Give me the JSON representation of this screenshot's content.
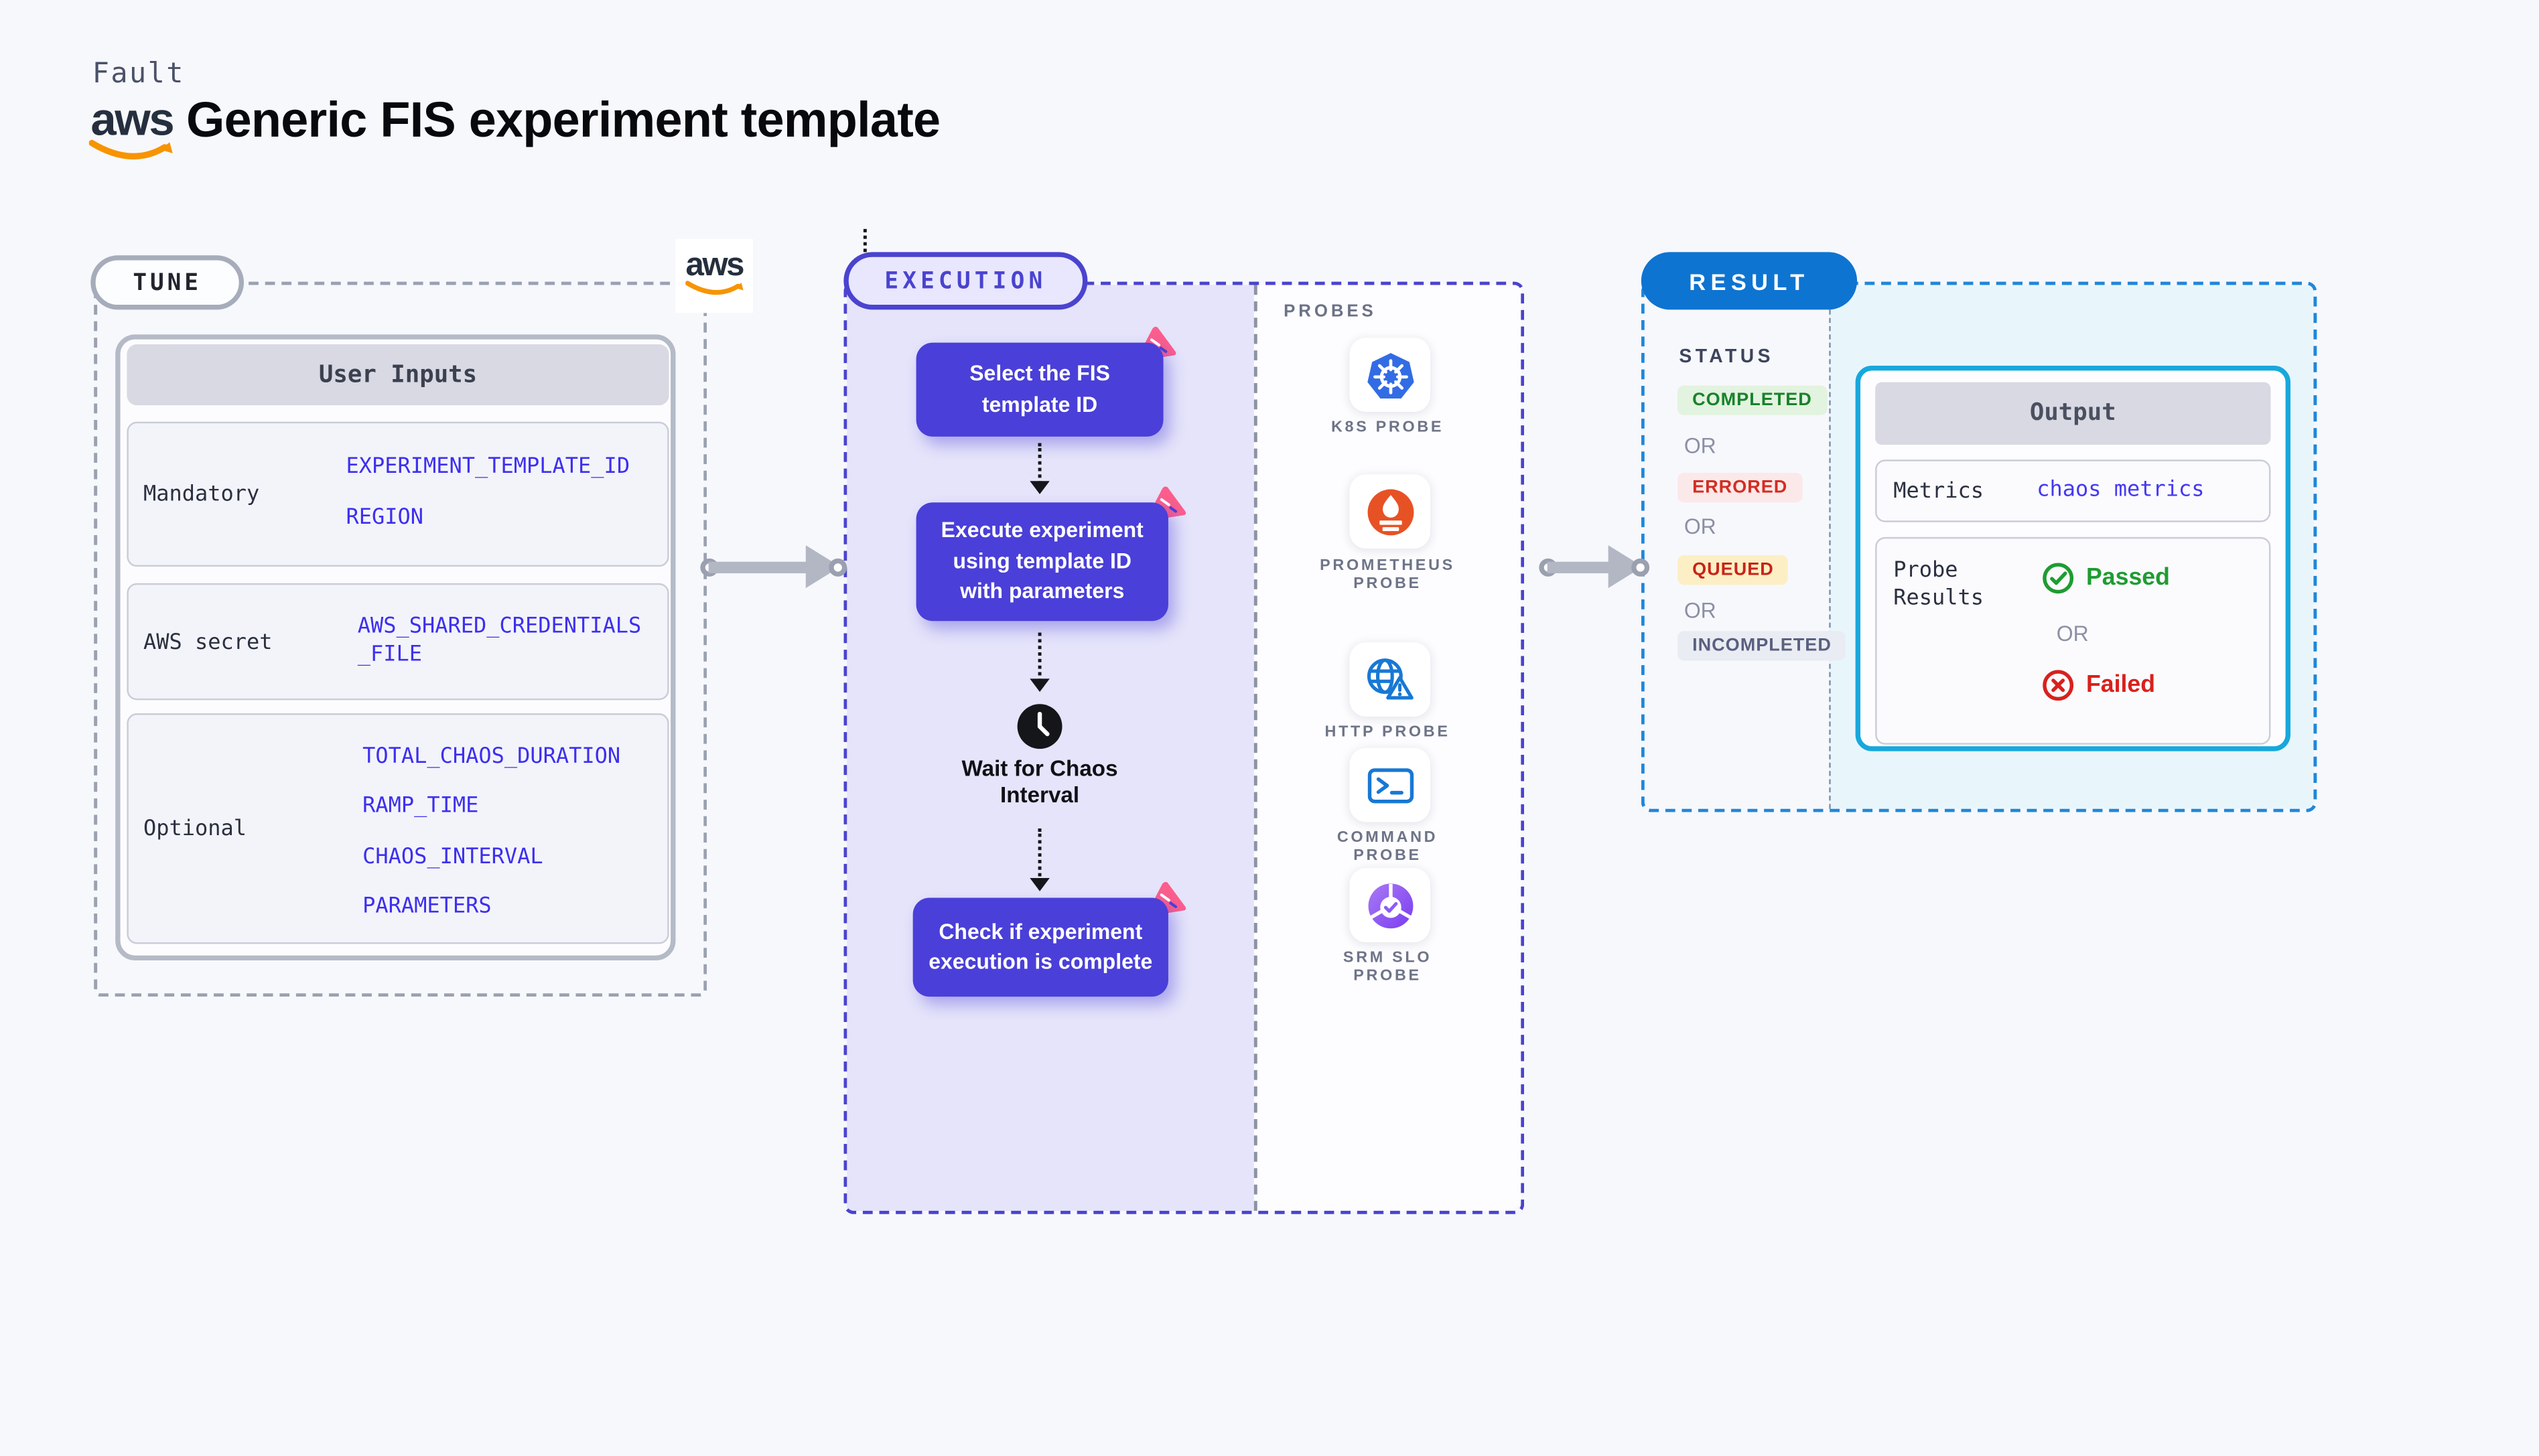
{
  "header": {
    "brand": "Fault",
    "title": "Generic FIS experiment template",
    "aws_logo_text": "aws"
  },
  "tune": {
    "badge": "TUNE",
    "user_inputs": {
      "header": "User Inputs",
      "rows": [
        {
          "label": "Mandatory",
          "values": [
            "EXPERIMENT_TEMPLATE_ID",
            "REGION"
          ]
        },
        {
          "label": "AWS secret",
          "values": [
            "AWS_SHARED_CREDENTIALS\n_FILE"
          ]
        },
        {
          "label": "Optional",
          "values": [
            "TOTAL_CHAOS_DURATION",
            "RAMP_TIME",
            "CHAOS_INTERVAL",
            "PARAMETERS"
          ]
        }
      ]
    }
  },
  "execution": {
    "badge": "EXECUTION",
    "steps": [
      {
        "label": "Select the FIS\ntemplate ID",
        "type": "action"
      },
      {
        "label": "Execute experiment\nusing template ID\nwith parameters",
        "type": "action"
      },
      {
        "label": "Wait for Chaos\nInterval",
        "type": "wait"
      },
      {
        "label": "Check if experiment\nexecution is complete",
        "type": "action"
      }
    ]
  },
  "probes": {
    "label": "PROBES",
    "items": [
      {
        "label": "K8S PROBE",
        "icon": "kubernetes-icon"
      },
      {
        "label": "PROMETHEUS\nPROBE",
        "icon": "prometheus-icon"
      },
      {
        "label": "HTTP PROBE",
        "icon": "http-globe-icon"
      },
      {
        "label": "COMMAND\nPROBE",
        "icon": "command-terminal-icon"
      },
      {
        "label": "SRM SLO\nPROBE",
        "icon": "srm-slo-icon"
      }
    ]
  },
  "result": {
    "badge": "RESULT",
    "status_label": "STATUS",
    "or_label": "OR",
    "statuses": [
      {
        "label": "COMPLETED",
        "type": "success"
      },
      {
        "label": "ERRORED",
        "type": "error"
      },
      {
        "label": "QUEUED",
        "type": "warning"
      },
      {
        "label": "INCOMPLETED",
        "type": "neutral"
      }
    ],
    "output": {
      "header": "Output",
      "metrics_label": "Metrics",
      "metrics_value": "chaos metrics",
      "probe_results_label": "Probe\nResults",
      "passed_label": "Passed",
      "failed_label": "Failed"
    }
  },
  "colors": {
    "page_bg": "#f7f8fc",
    "indigo_accent": "#4a43cf",
    "flow_box": "#4a3fd8",
    "execution_panel": "#e5e4fa",
    "result_blue": "#0e74d1",
    "result_panel": "#e8f6fc",
    "output_border": "#17a8dc",
    "value_blue": "#3d2ff0",
    "success_green": "#1f9c32",
    "fail_red": "#d8211d",
    "queued_yellow_bg": "#fcefc5",
    "aws_orange": "#f79400",
    "kubernetes_blue": "#326ce5",
    "prometheus_orange": "#e75225",
    "probe_icon_blue": "#1878d4",
    "srm_purple": "#8b5cf6",
    "litmus_pink": "#fb5e8d"
  }
}
